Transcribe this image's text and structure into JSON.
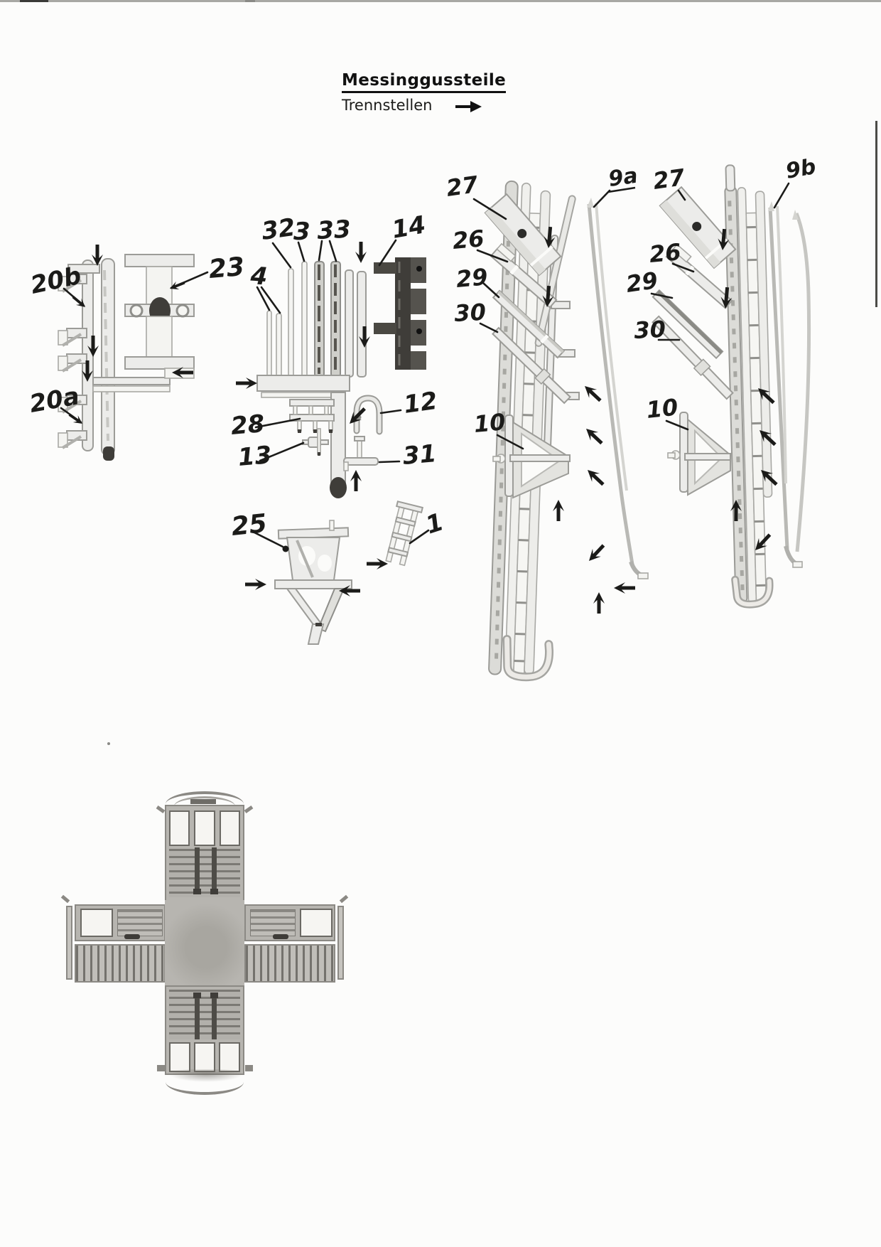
{
  "header": {
    "title": "Messinggussteile",
    "subtitle": "Trennstellen"
  },
  "icons": {
    "trennstellen_direction_arrow": "→",
    "separation_marker": "solid-black-arrow"
  },
  "callouts": {
    "left": [
      "20b",
      "23",
      "20a"
    ],
    "middle": [
      "32",
      "3",
      "33",
      "4",
      "14",
      "28",
      "13",
      "12",
      "31"
    ],
    "mast_head": [
      "25",
      "1"
    ],
    "mast_9a": [
      "27",
      "26",
      "29",
      "30",
      "9a",
      "10"
    ],
    "mast_9b": [
      "27",
      "9b",
      "26",
      "29",
      "30",
      "10"
    ]
  },
  "colors": {
    "ink": "#1b1b19",
    "paper": "#fcfcfb",
    "metal_light": "#ececea",
    "metal_outline": "#9c9c98",
    "metal_dark": "#3f3d39",
    "cross_gray": "#b7b5b0",
    "cross_stripe": "#7b7974",
    "window_white": "#f6f5f2"
  }
}
